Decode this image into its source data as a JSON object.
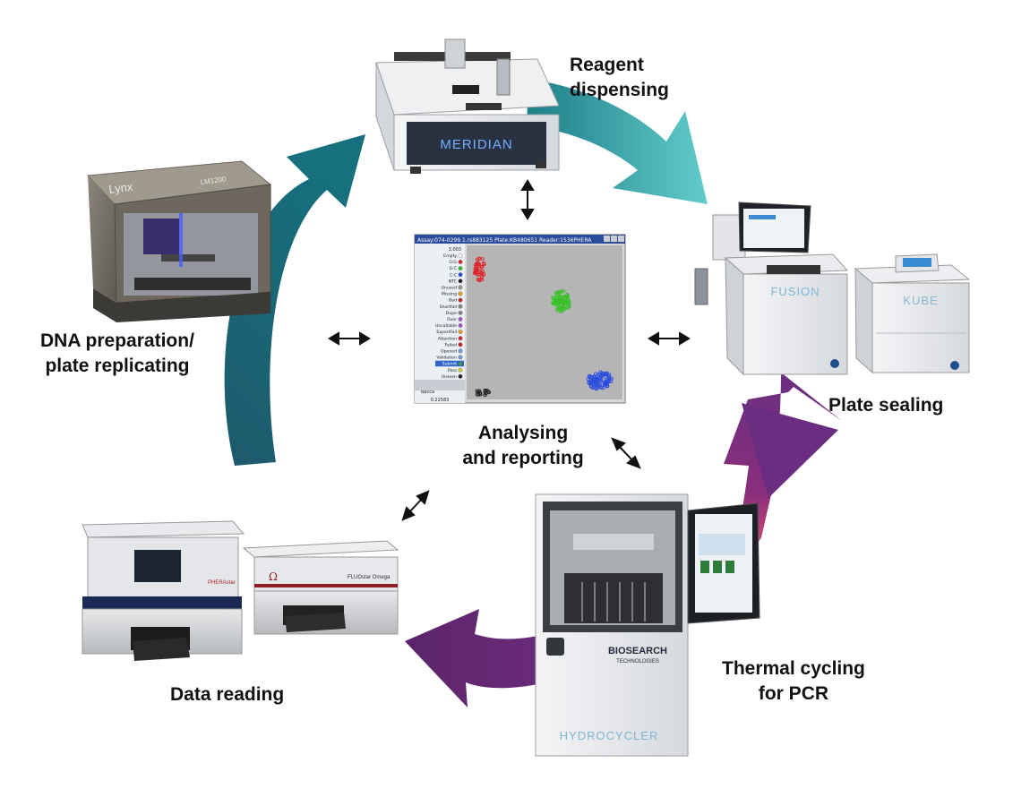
{
  "stages": {
    "reagent_dispensing": [
      "Reagent",
      "dispensing"
    ],
    "plate_sealing": [
      "Plate sealing"
    ],
    "thermal_cycling": [
      "Thermal cycling",
      "for PCR"
    ],
    "data_reading": [
      "Data reading"
    ],
    "dna_preparation": [
      "DNA preparation/",
      "plate replicating"
    ],
    "analysing": [
      "Analysing",
      "and reporting"
    ]
  },
  "instruments": {
    "dispenser": "MERIDIAN",
    "replicator": "Lynx",
    "replicator_model": "LM1200",
    "sealer": "FUSION",
    "sealer_small": "KUBE",
    "cycler": "HYDROCYCLER",
    "cycler_brand": "BIOSEARCH",
    "cycler_brand_sub": "TECHNOLOGIES",
    "reader1": "PHERAstar",
    "reader2": "FLUOstar Omega"
  },
  "software": {
    "title": "Assay:074-0299.1.rs883125  Plate:KB480651  Reader:1536PHERA",
    "top_value": "3.003",
    "bottom_value": "0.22583",
    "legend": [
      "Empty",
      "G:G",
      "G:C",
      "C:C",
      "NTC",
      "Unused",
      "Missing",
      "Bad",
      "Shortfall",
      "Dupe",
      "Over",
      "Uncallable",
      "ExportFail",
      "Attention",
      "Failed",
      "Opened",
      "Validation",
      "Submit",
      "Pass",
      "Unseen"
    ],
    "user": "Becca"
  },
  "colors": {
    "teal_dark": "#1f5f73",
    "teal_light": "#5ec8c8",
    "purple": "#6b2a7a",
    "magenta": "#c53a7a",
    "cluster_red": "#e0242a",
    "cluster_green": "#38c128",
    "cluster_blue": "#2a4de0"
  }
}
